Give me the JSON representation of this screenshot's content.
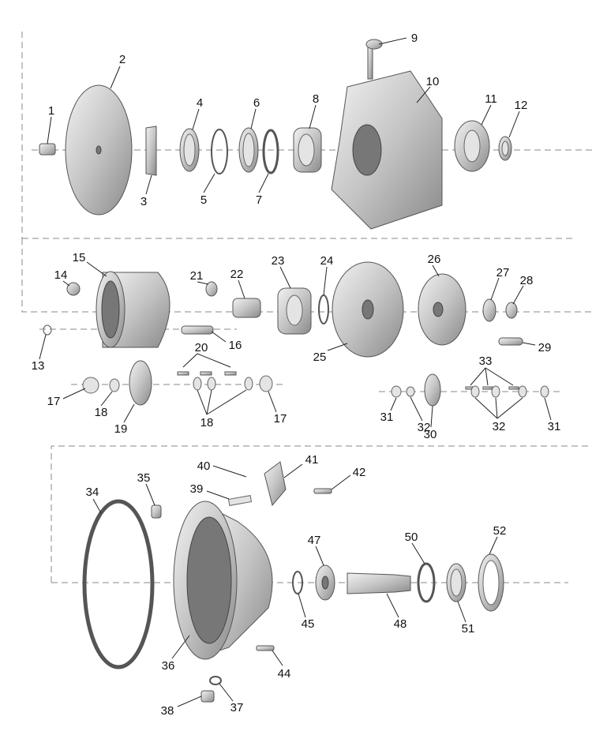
{
  "diagram": {
    "type": "exploded-parts-view",
    "callouts": [
      "1",
      "2",
      "3",
      "4",
      "5",
      "6",
      "7",
      "8",
      "9",
      "10",
      "11",
      "12",
      "13",
      "14",
      "15",
      "16",
      "17",
      "17",
      "18",
      "18",
      "19",
      "20",
      "21",
      "22",
      "23",
      "24",
      "25",
      "26",
      "27",
      "28",
      "29",
      "30",
      "31",
      "31",
      "32",
      "32",
      "33",
      "34",
      "35",
      "36",
      "37",
      "38",
      "39",
      "40",
      "41",
      "42",
      "44",
      "45",
      "47",
      "48",
      "50",
      "51",
      "52"
    ],
    "colors": {
      "part": "#c8c8c8",
      "outline": "#555555",
      "axis": "#888888"
    }
  }
}
